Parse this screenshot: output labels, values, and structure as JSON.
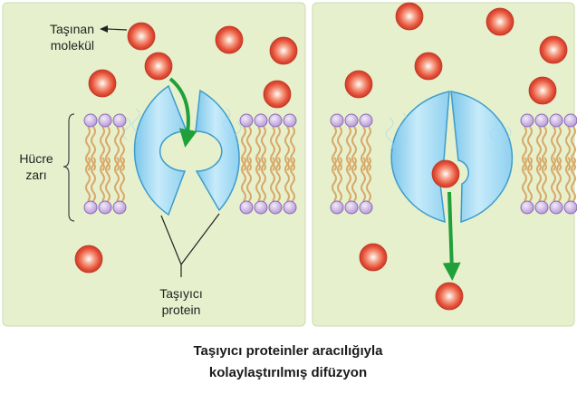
{
  "labels": {
    "transported_molecule_line1": "Taşınan",
    "transported_molecule_line2": "molekül",
    "membrane_line1": "Hücre",
    "membrane_line2": "zarı",
    "carrier_line1": "Taşıyıcı",
    "carrier_line2": "protein"
  },
  "caption": {
    "line1": "Taşıyıcı proteinler aracılığıyla",
    "line2": "kolaylaştırılmış difüzyon"
  },
  "colors": {
    "panel_bg": "#e6f0cc",
    "molecule": "#e8553e",
    "protein": "#b9e4f6",
    "protein_stroke": "#3d9ccc",
    "lipid_head": "#cdb6e4",
    "lipid_tail": "#d9a96a",
    "arrow": "#1fa03a"
  },
  "icons": [
    "molecule-icon",
    "membrane-icon",
    "carrier-protein-icon",
    "arrow-icon"
  ]
}
